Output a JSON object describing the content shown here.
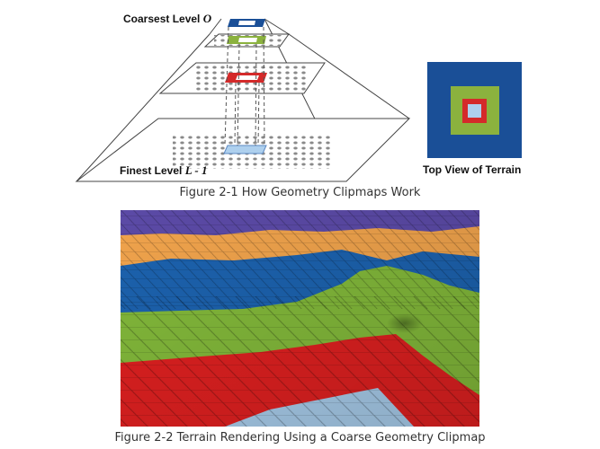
{
  "figure1": {
    "labels": {
      "coarsest_text": "Coarsest Level ",
      "coarsest_var": "O",
      "finest_text": "Finest Level ",
      "finest_var": "L - 1",
      "top_view": "Top View of Terrain"
    },
    "caption": "Figure 2-1 How Geometry Clipmaps Work",
    "colors": {
      "coarsest": "#1a4f97",
      "level2": "#8bb23e",
      "level3": "#d42a2a",
      "finest": "#aed0ee",
      "grid_dot": "#888888"
    }
  },
  "figure2": {
    "caption": "Figure 2-2 Terrain Rendering Using a Coarse Geometry Clipmap",
    "band_colors": {
      "sky": "#5b4aa6",
      "orange": "#f0a34c",
      "blue": "#1c62ae",
      "green": "#82b83a",
      "red": "#dd2020",
      "lightblue": "#a6cae8"
    }
  }
}
